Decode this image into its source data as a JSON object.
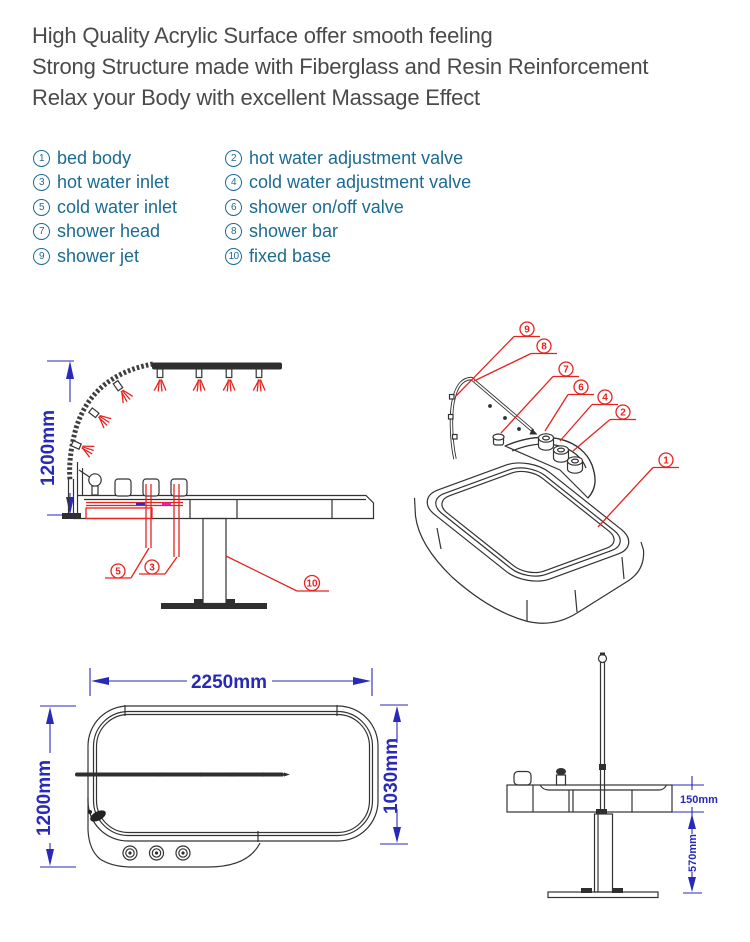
{
  "header": {
    "lines": [
      "High Quality Acrylic Surface offer smooth feeling",
      "Strong Structure made with Fiberglass and Resin Reinforcement",
      "Relax your Body  with excellent Massage Effect"
    ]
  },
  "parts_list": {
    "column1": [
      {
        "num": "1",
        "label": "bed body"
      },
      {
        "num": "3",
        "label": "hot water inlet"
      },
      {
        "num": "5",
        "label": "cold water inlet"
      },
      {
        "num": "7",
        "label": "shower head"
      },
      {
        "num": "9",
        "label": "shower jet"
      }
    ],
    "column2": [
      {
        "num": "2",
        "label": "hot water adjustment valve"
      },
      {
        "num": "4",
        "label": "cold water adjustment valve"
      },
      {
        "num": "6",
        "label": "shower on/off valve"
      },
      {
        "num": "8",
        "label": "shower bar"
      },
      {
        "num": "10",
        "label": "fixed base"
      }
    ]
  },
  "drawings": {
    "side_view": {
      "height_dim": "1200mm",
      "callouts": [
        {
          "num": "5"
        },
        {
          "num": "3"
        },
        {
          "num": "10"
        }
      ]
    },
    "perspective_view": {
      "callouts": [
        {
          "num": "9"
        },
        {
          "num": "8"
        },
        {
          "num": "7"
        },
        {
          "num": "6"
        },
        {
          "num": "4"
        },
        {
          "num": "2"
        },
        {
          "num": "1"
        }
      ]
    },
    "top_view": {
      "width_dim": "2250mm",
      "height_dim": "1200mm",
      "inner_dim": "1030mm"
    },
    "end_view": {
      "depth_dim": "150mm",
      "base_height_dim": "570mm"
    }
  },
  "colors": {
    "accent_red": "#e8231f",
    "dimension_blue": "#2929b8",
    "list_teal": "#1b6b91",
    "heading_gray": "#4a4a4c",
    "line_dark": "#333333"
  }
}
